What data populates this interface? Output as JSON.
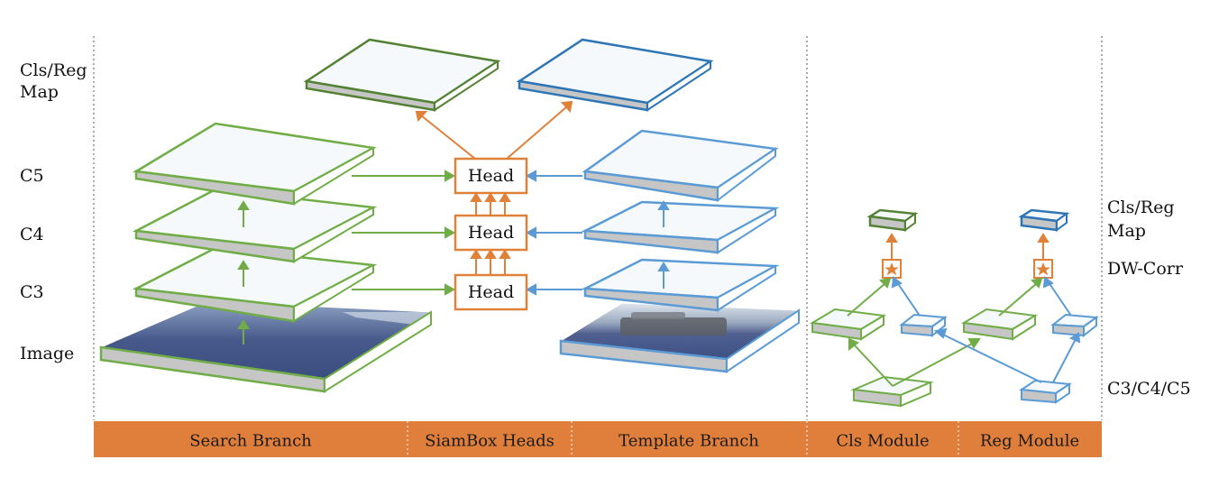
{
  "row_labels": {
    "map": [
      "Cls/Reg",
      "Map"
    ],
    "c5": "C5",
    "c4": "C4",
    "c3": "C3",
    "image": "Image"
  },
  "head_labels": [
    "Head",
    "Head",
    "Head"
  ],
  "module_labels": {
    "map": [
      "Cls/Reg",
      "Map"
    ],
    "dwcorr": "DW-Corr",
    "features": "C3/C4/C5"
  },
  "bottom_bar": [
    "Search Branch",
    "SiamBox Heads",
    "Template Branch",
    "Cls Module",
    "Reg Module"
  ],
  "colors": {
    "search_green": "#70ad47",
    "output_green": "#548235",
    "template_blue": "#5b9bd5",
    "output_blue": "#2e75b6",
    "head_orange": "#e0813a",
    "bar_orange": "#e07f3c",
    "slab_side": "#c6c6c6",
    "slab_top": "#f5f9fb"
  },
  "icons": {
    "dwcorr_symbol": "star"
  }
}
